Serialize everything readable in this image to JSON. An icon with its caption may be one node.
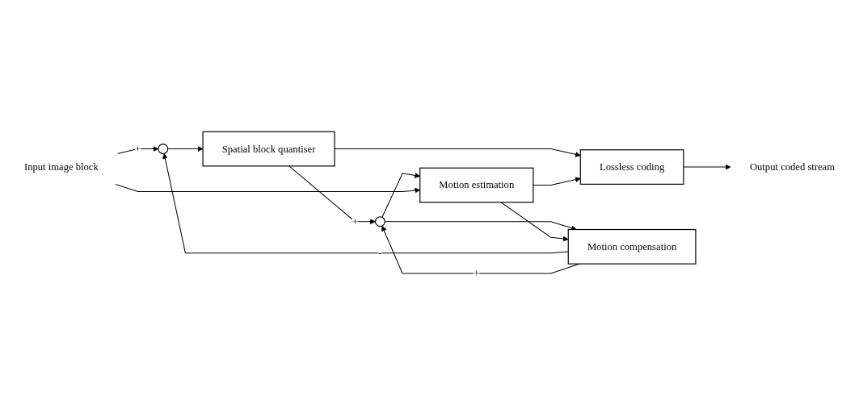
{
  "diagram": {
    "nodes": [
      {
        "text": [
          "Input image block"
        ]
      },
      {
        "text": [],
        "shape": "circle"
      },
      {
        "text": [
          "Spatial block quantiser"
        ]
      },
      {
        "text": [
          "Lossless coding"
        ]
      },
      {
        "text": [
          "Output coded stream"
        ]
      },
      {
        "text": [],
        "shape": "circle"
      },
      {
        "text": [
          "Motion compensation"
        ]
      },
      {
        "text": [
          "Motion estimation"
        ]
      }
    ],
    "edges": [
      {
        "from": 0,
        "to": 1,
        "arrow": "to",
        "label": "+"
      },
      {
        "from": 1,
        "to": 2,
        "arrow": "to"
      },
      {
        "from": 2,
        "to": 3,
        "arrow": "to"
      },
      {
        "from": 3,
        "to": 4,
        "arrow": "to"
      },
      {
        "from": 2,
        "to": 5,
        "arrow": "to",
        "label": "+"
      },
      {
        "from": 6,
        "to": 1,
        "arrow": "to",
        "label": "-"
      },
      {
        "from": 6,
        "to": 5,
        "arrow": "to",
        "label": "+"
      },
      {
        "from": 5,
        "to": 6,
        "arrow": "to"
      },
      {
        "from": 5,
        "to": 7,
        "arrow": "to"
      },
      {
        "from": 7,
        "to": 6,
        "arrow": "to"
      },
      {
        "from": 0,
        "to": 7,
        "arrow": "to"
      },
      {
        "from": 7,
        "to": 3,
        "arrow": "to"
      }
    ]
  }
}
